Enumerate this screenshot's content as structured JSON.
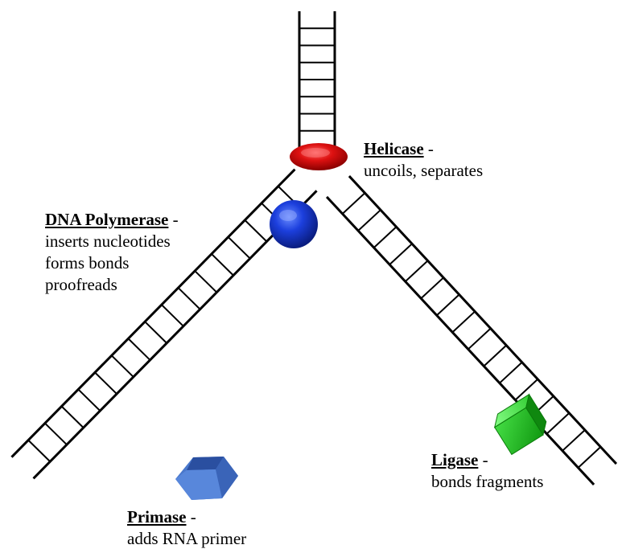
{
  "labels": {
    "helicase": {
      "name": "Helicase",
      "dash": " -",
      "lines": [
        "uncoils, separates"
      ]
    },
    "polymerase": {
      "name": "DNA Polymerase",
      "dash": " -",
      "lines": [
        "inserts nucleotides",
        "forms bonds",
        "proofreads"
      ]
    },
    "ligase": {
      "name": "Ligase",
      "dash": " -",
      "lines": [
        "bonds fragments"
      ]
    },
    "primase": {
      "name": "Primase",
      "dash": " -",
      "lines": [
        "adds RNA primer"
      ]
    }
  },
  "colors": {
    "helicase": "#cc0000",
    "polymerase": "#1133cc",
    "ligase": "#22bb22",
    "primase": "#4a78cc",
    "strand": "#000000"
  }
}
